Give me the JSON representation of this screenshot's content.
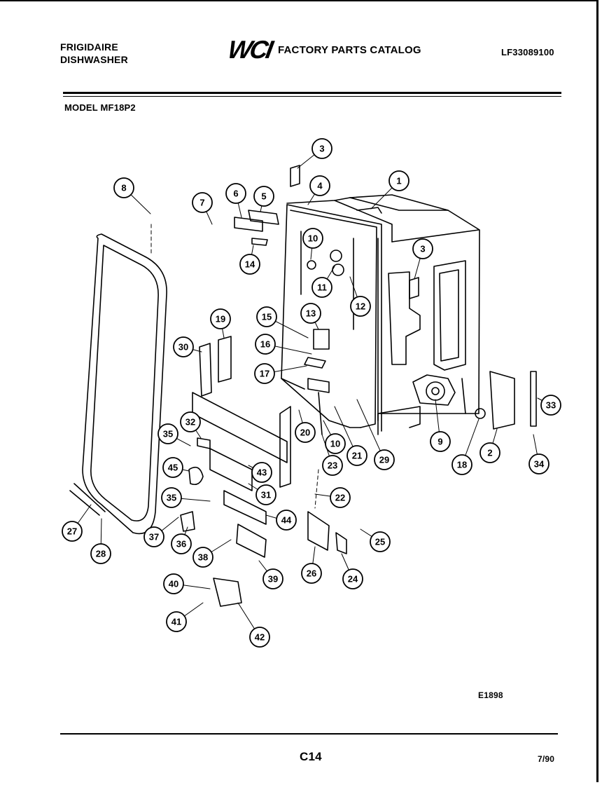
{
  "header": {
    "brand_line1": "FRIGIDAIRE",
    "brand_line2": "DISHWASHER",
    "logo": "WCI",
    "catalog_title": "FACTORY PARTS CATALOG",
    "catalog_code": "LF33089100",
    "model": "MODEL MF18P2"
  },
  "footer": {
    "figure_id": "E1898",
    "page": "C14",
    "date": "7/90"
  },
  "callouts": [
    "1",
    "2",
    "3",
    "3",
    "4",
    "5",
    "6",
    "7",
    "8",
    "9",
    "10",
    "10",
    "11",
    "12",
    "13",
    "14",
    "15",
    "16",
    "17",
    "18",
    "19",
    "20",
    "21",
    "22",
    "23",
    "24",
    "25",
    "26",
    "27",
    "28",
    "29",
    "30",
    "31",
    "32",
    "33",
    "34",
    "35",
    "35",
    "36",
    "37",
    "38",
    "39",
    "40",
    "41",
    "42",
    "43",
    "44",
    "45"
  ]
}
